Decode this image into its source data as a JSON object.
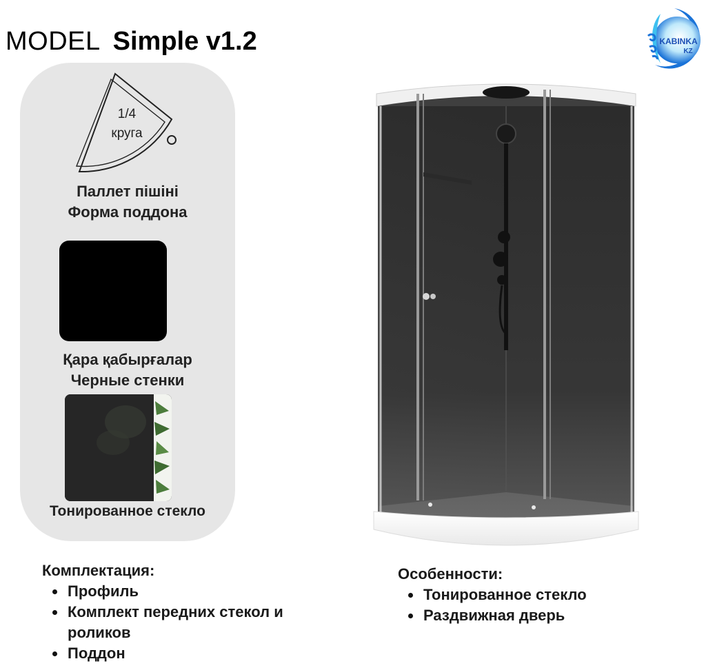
{
  "header": {
    "model_label": "MODEL",
    "model_name": "Simple v1.2"
  },
  "logo": {
    "text_top": "KABINKA",
    "text_bottom": "KZ",
    "colors": {
      "primary": "#1a73d8",
      "light": "#3ec0f0"
    }
  },
  "sidebar": {
    "tray": {
      "fraction": "1/4",
      "shape_word": "круга",
      "caption_kz": "Паллет пішіні",
      "caption_ru": "Форма поддона"
    },
    "walls": {
      "caption_kz": "Қара қабырғалар",
      "caption_ru": "Черные стенки",
      "color": "#000000"
    },
    "glass": {
      "caption": "Тонированное стекло"
    },
    "background": "#e6e6e6"
  },
  "kit": {
    "title": "Комплектация:",
    "items": [
      "Профиль",
      "Комплект передних стекол и роликов",
      "Поддон"
    ]
  },
  "features": {
    "title": "Особенности:",
    "items": [
      "Тонированное стекло",
      "Раздвижная дверь"
    ]
  }
}
